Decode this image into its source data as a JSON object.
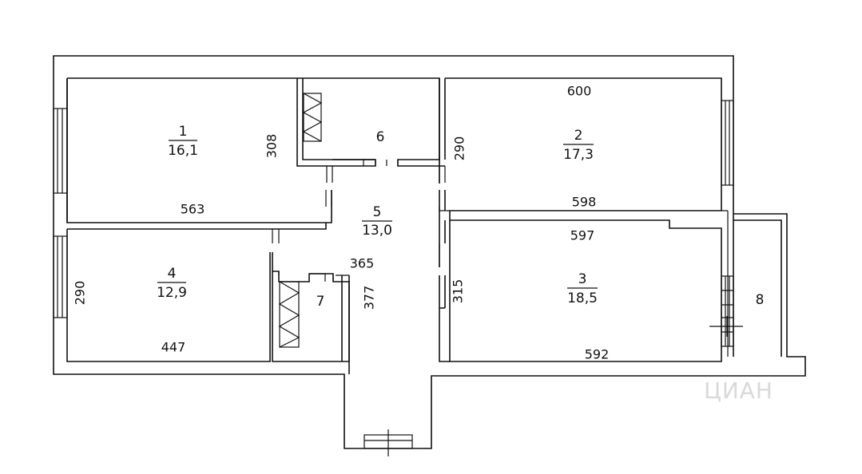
{
  "rooms": {
    "r1": {
      "number": "1",
      "area": "16,1"
    },
    "r2": {
      "number": "2",
      "area": "17,3"
    },
    "r3": {
      "number": "3",
      "area": "18,5"
    },
    "r4": {
      "number": "4",
      "area": "12,9"
    },
    "r5": {
      "number": "5",
      "area": "13,0"
    },
    "r6": {
      "number": "6"
    },
    "r7": {
      "number": "7"
    },
    "r8": {
      "number": "8"
    }
  },
  "dimensions": {
    "d600": "600",
    "d290a": "290",
    "d308": "308",
    "d598": "598",
    "d563": "563",
    "d597": "597",
    "d365": "365",
    "d377": "377",
    "d315": "315",
    "d290b": "290",
    "d447": "447",
    "d592": "592"
  },
  "watermark": "ЦИАН"
}
